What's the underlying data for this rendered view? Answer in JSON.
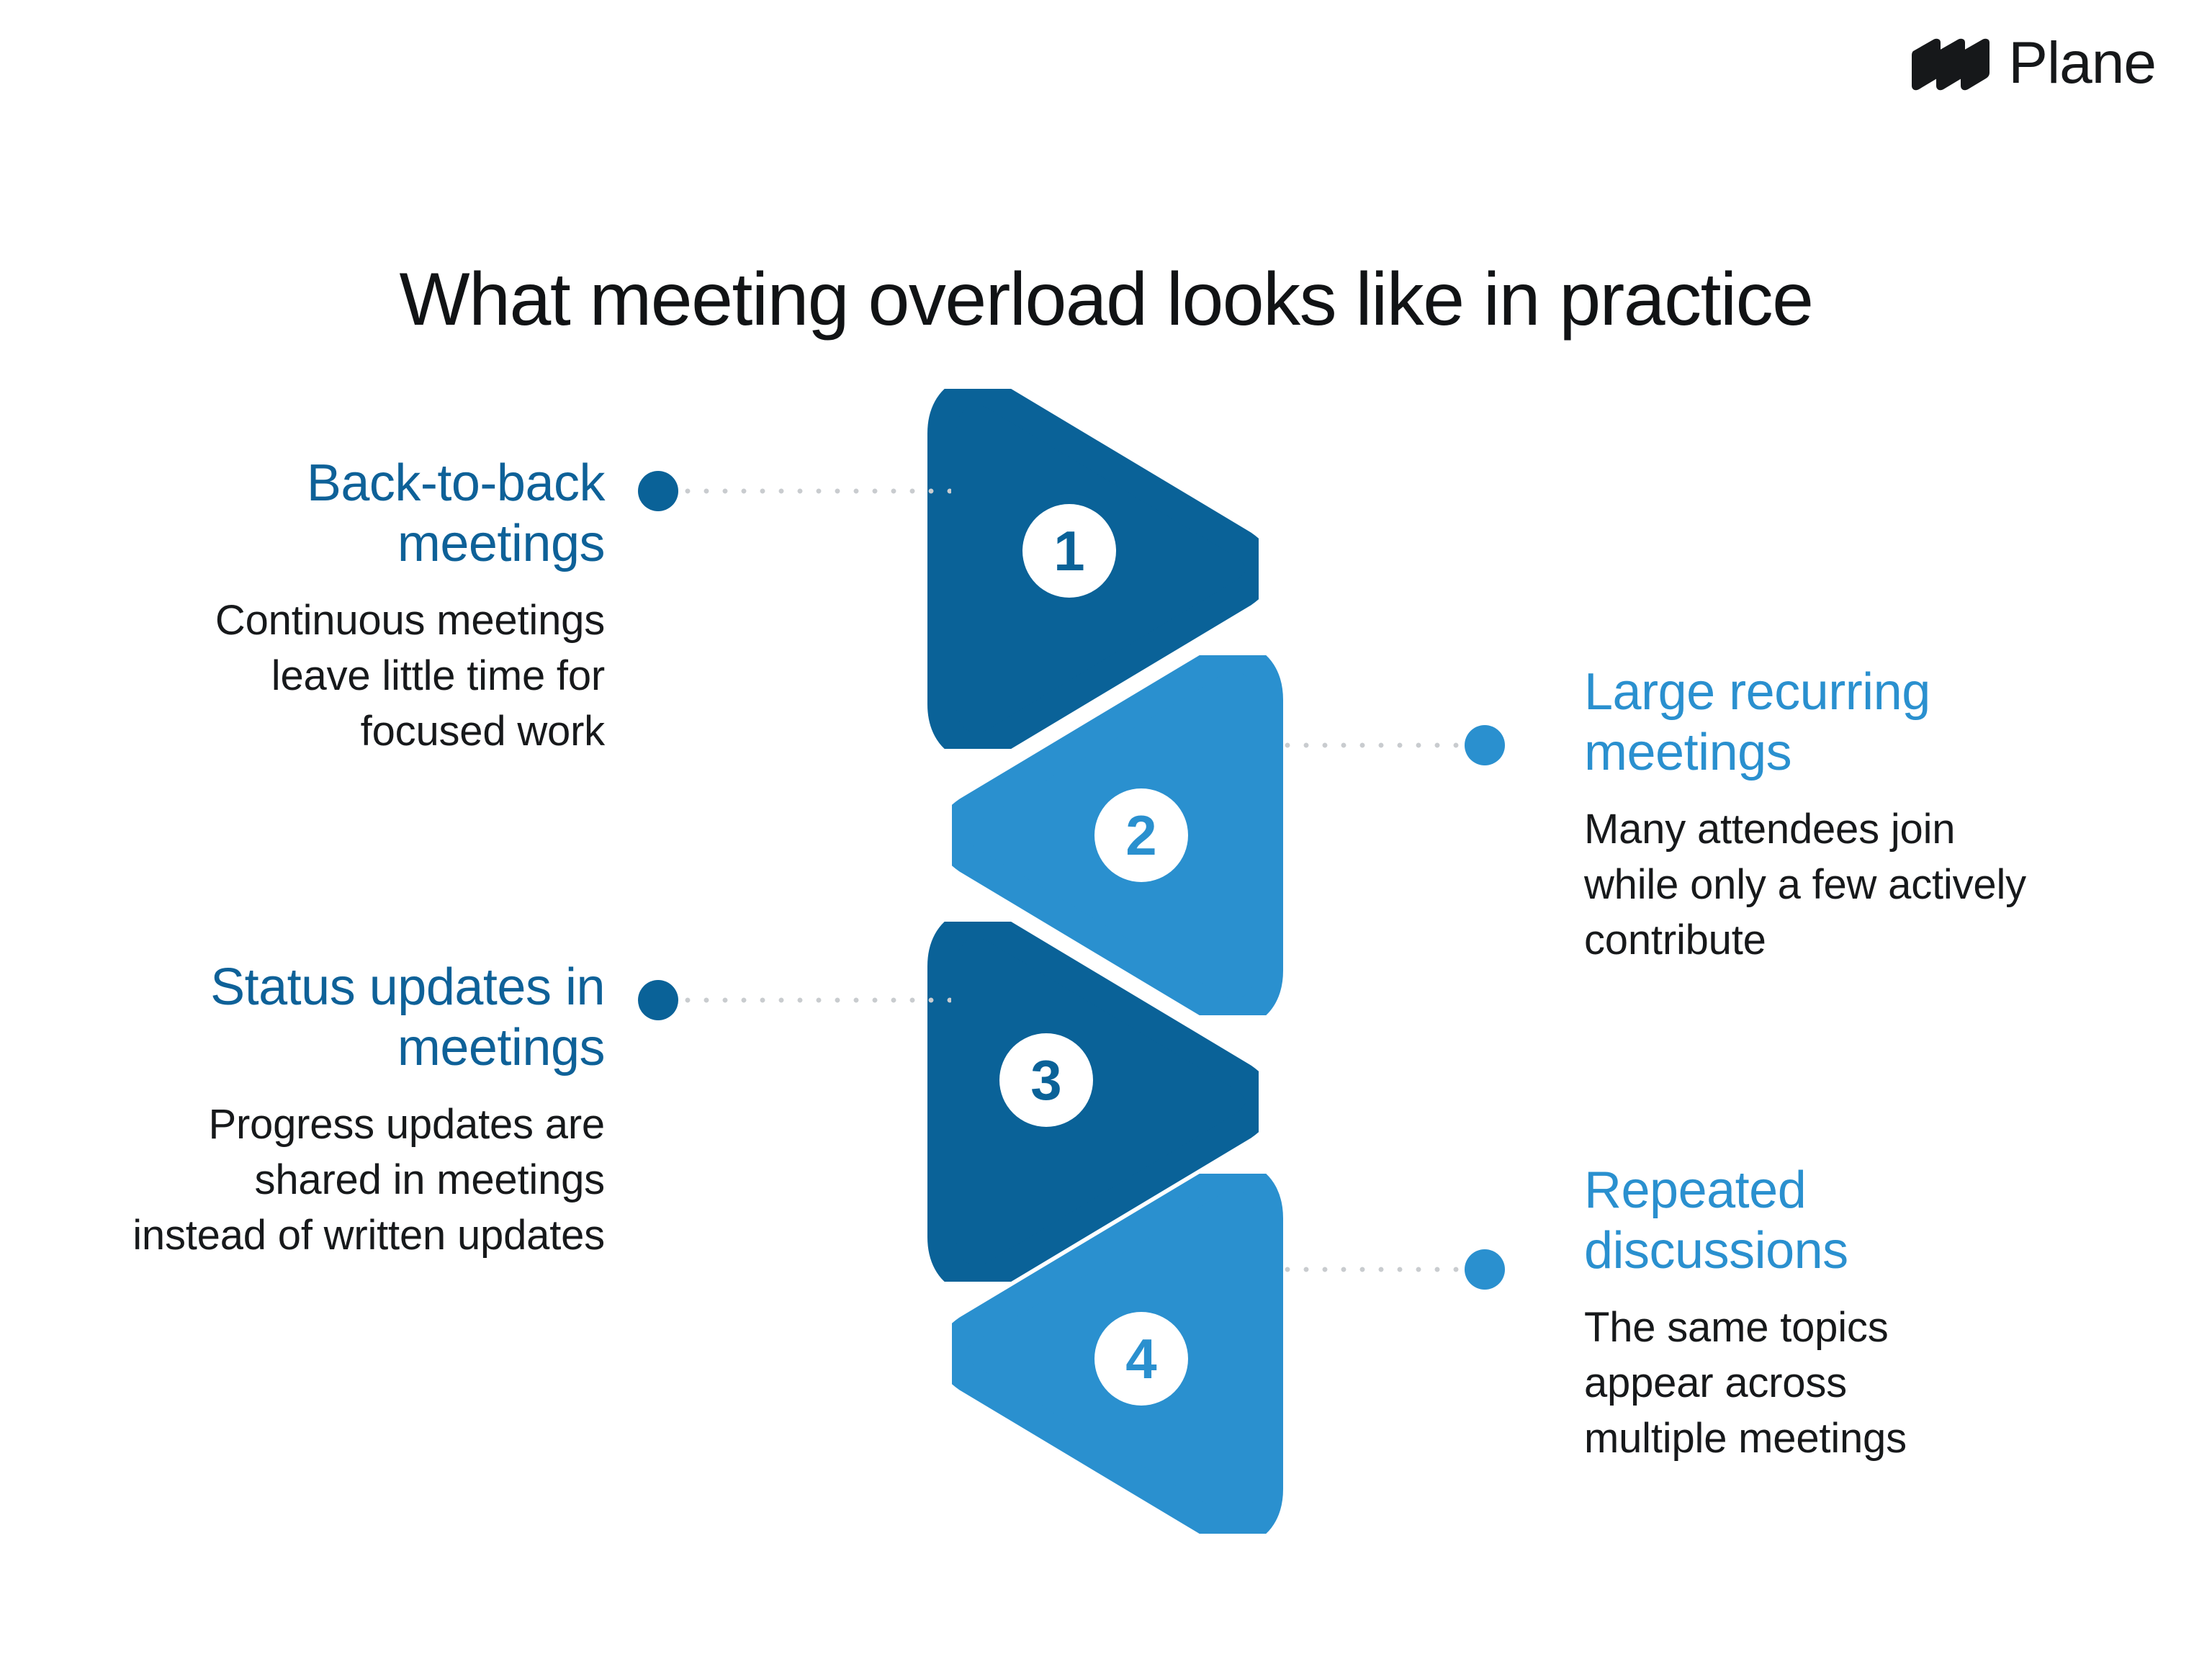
{
  "brand": {
    "name": "Plane",
    "logo_icon": "plane-logo-icon",
    "color": "#16181a"
  },
  "slide": {
    "title": "What meeting overload looks like in practice",
    "background": "#ffffff"
  },
  "palette": {
    "dark_blue": "#0a6298",
    "light_blue": "#2a90cf",
    "heading_dark": "#0e6198",
    "heading_light": "#2a90cf",
    "body_text": "#17191b",
    "dotted_line": "#c9cccf"
  },
  "items": [
    {
      "number": "1",
      "heading": "Back-to-back meetings",
      "body": "Continuous meetings leave little time for focused work",
      "side": "left",
      "tone": "dark",
      "color": "#0a6298"
    },
    {
      "number": "2",
      "heading": "Large recurring meetings",
      "body": "Many attendees join while only a few actively contribute",
      "side": "right",
      "tone": "light",
      "color": "#2a90cf"
    },
    {
      "number": "3",
      "heading": "Status updates in meetings",
      "body": "Progress updates are shared in meetings instead of written updates",
      "side": "left",
      "tone": "dark",
      "color": "#0a6298"
    },
    {
      "number": "4",
      "heading": "Repeated discussions",
      "body": "The same topics appear across multiple meetings",
      "side": "right",
      "tone": "light",
      "color": "#2a90cf"
    }
  ]
}
